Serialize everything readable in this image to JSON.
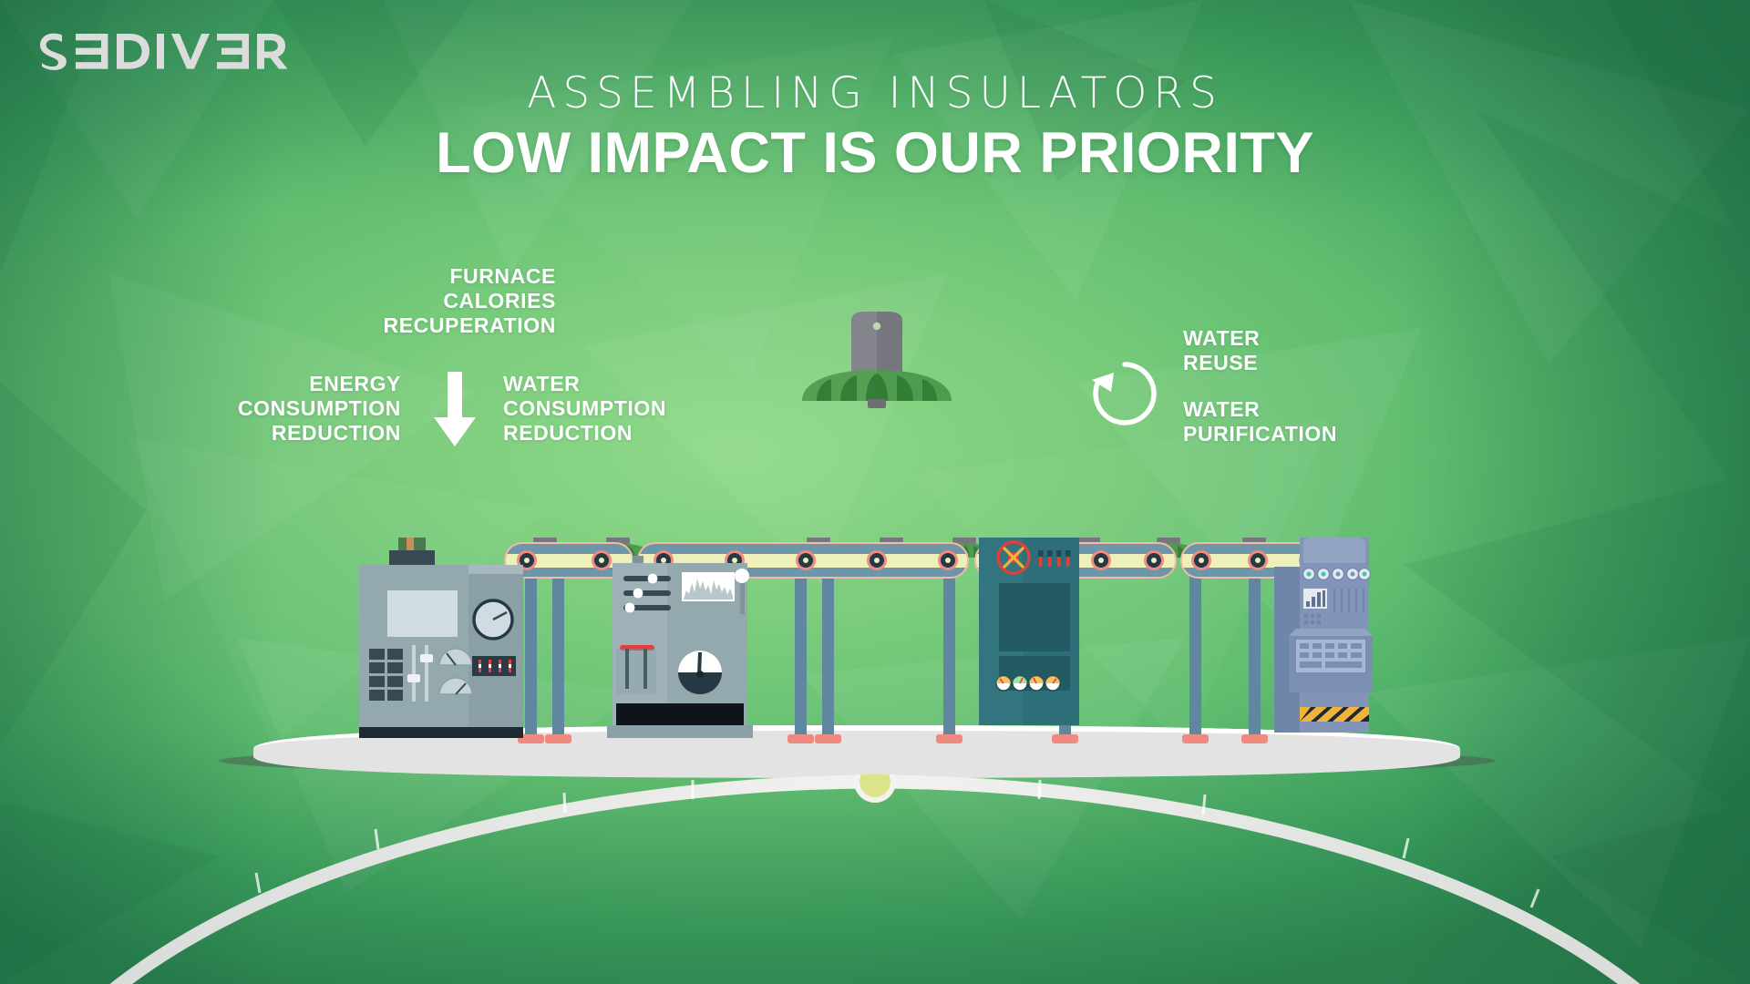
{
  "brand": {
    "name": "SEDIVER",
    "logo_color": "#dcdcdc"
  },
  "header": {
    "eyebrow": "ASSEMBLING INSULATORS",
    "headline": "LOW IMPACT IS OUR PRIORITY"
  },
  "labels": {
    "furnace": "FURNACE\nCALORIES\nRECUPERATION",
    "energy": "ENERGY\nCONSUMPTION\nREDUCTION",
    "water_consumption": "WATER\nCONSUMPTION\nREDUCTION",
    "water_reuse": "WATER\nREUSE",
    "water_purification": "WATER\nPURIFICATION"
  },
  "icons": {
    "arrow_down": "arrow-down-icon",
    "recycle": "recycle-circular-arrow-icon",
    "insulator": "insulator-icon"
  },
  "colors": {
    "background_light": "#8fd98a",
    "background_mid": "#5fbc6f",
    "background_dark": "#2f8a52",
    "text_white": "#ffffff",
    "machine_gray": "#93a9ad",
    "machine_teal": "#2d6e78",
    "machine_blue": "#6f86ab",
    "conveyor_band": "#eef0b9",
    "roller_ring": "#ef8a80",
    "insulator_cap": "#7b7b82",
    "insulator_skirt": "#3f8a42",
    "platform": "#f4f4f4",
    "accent_red": "#e0403c",
    "marker_yellow": "#dde389"
  },
  "progress": {
    "marker_label": "",
    "tick_count": 8
  },
  "machines": [
    {
      "name": "furnace-control-machine",
      "type": "control-cabinet"
    },
    {
      "name": "monitoring-machine",
      "type": "analyzer"
    },
    {
      "name": "washing-machine",
      "type": "water-unit"
    },
    {
      "name": "operator-station",
      "type": "terminal"
    }
  ]
}
